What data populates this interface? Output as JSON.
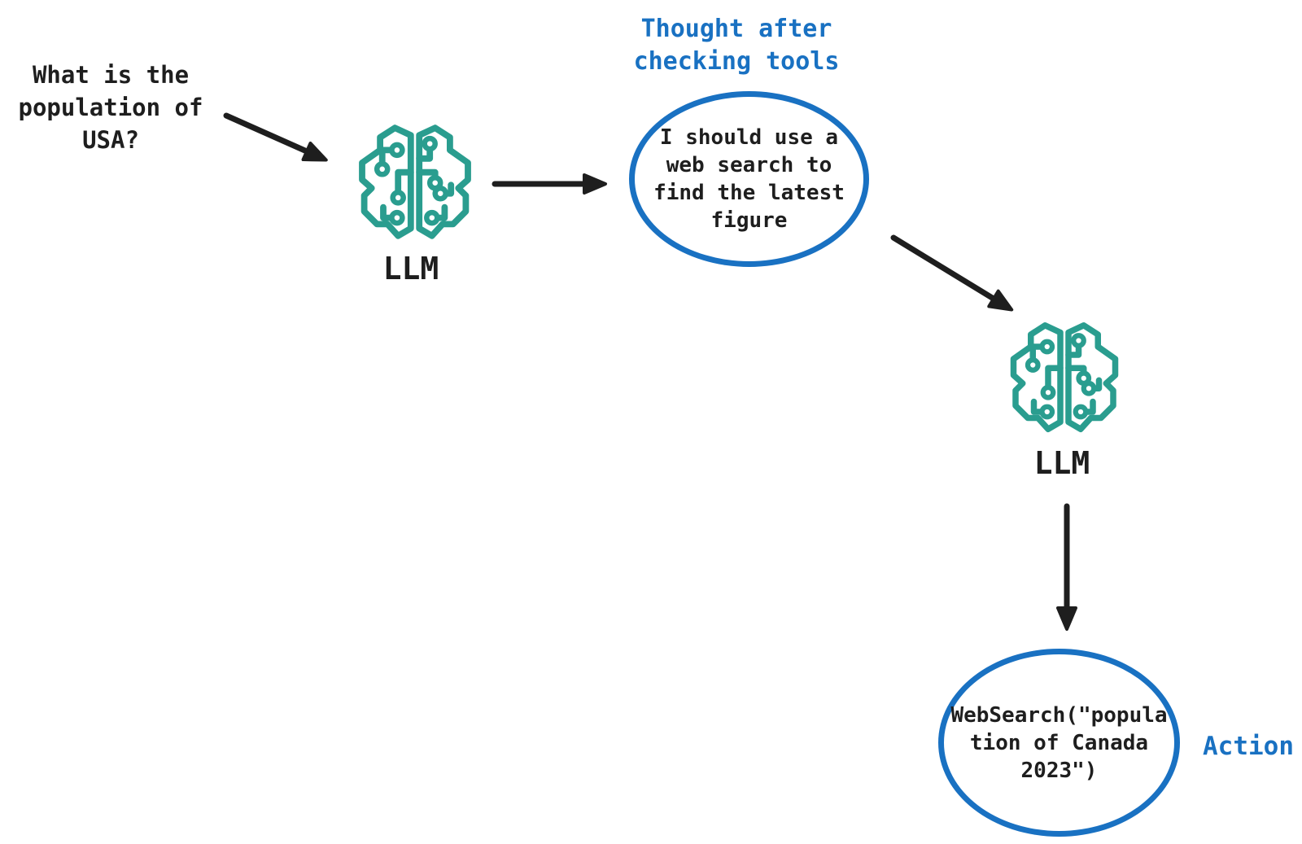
{
  "colors": {
    "teal": "#2a9d8f",
    "blue": "#1971c2",
    "ink": "#1e1e1e",
    "bg": "#ffffff"
  },
  "diagram": {
    "query_text": "What is the\npopulation of\nUSA?",
    "llm1": {
      "label": "LLM",
      "icon": "circuit-brain-icon"
    },
    "llm2": {
      "label": "LLM",
      "icon": "circuit-brain-icon"
    },
    "thought": {
      "caption": "Thought after\nchecking tools",
      "text": "I should use a\nweb search to\nfind the latest\nfigure"
    },
    "action": {
      "caption": "Action",
      "text": "WebSearch(\"popula\ntion of Canada\n2023\")"
    },
    "arrows": [
      "query-to-llm1-arrow",
      "llm1-to-thought-arrow",
      "thought-to-llm2-arrow",
      "llm2-to-action-arrow"
    ]
  }
}
